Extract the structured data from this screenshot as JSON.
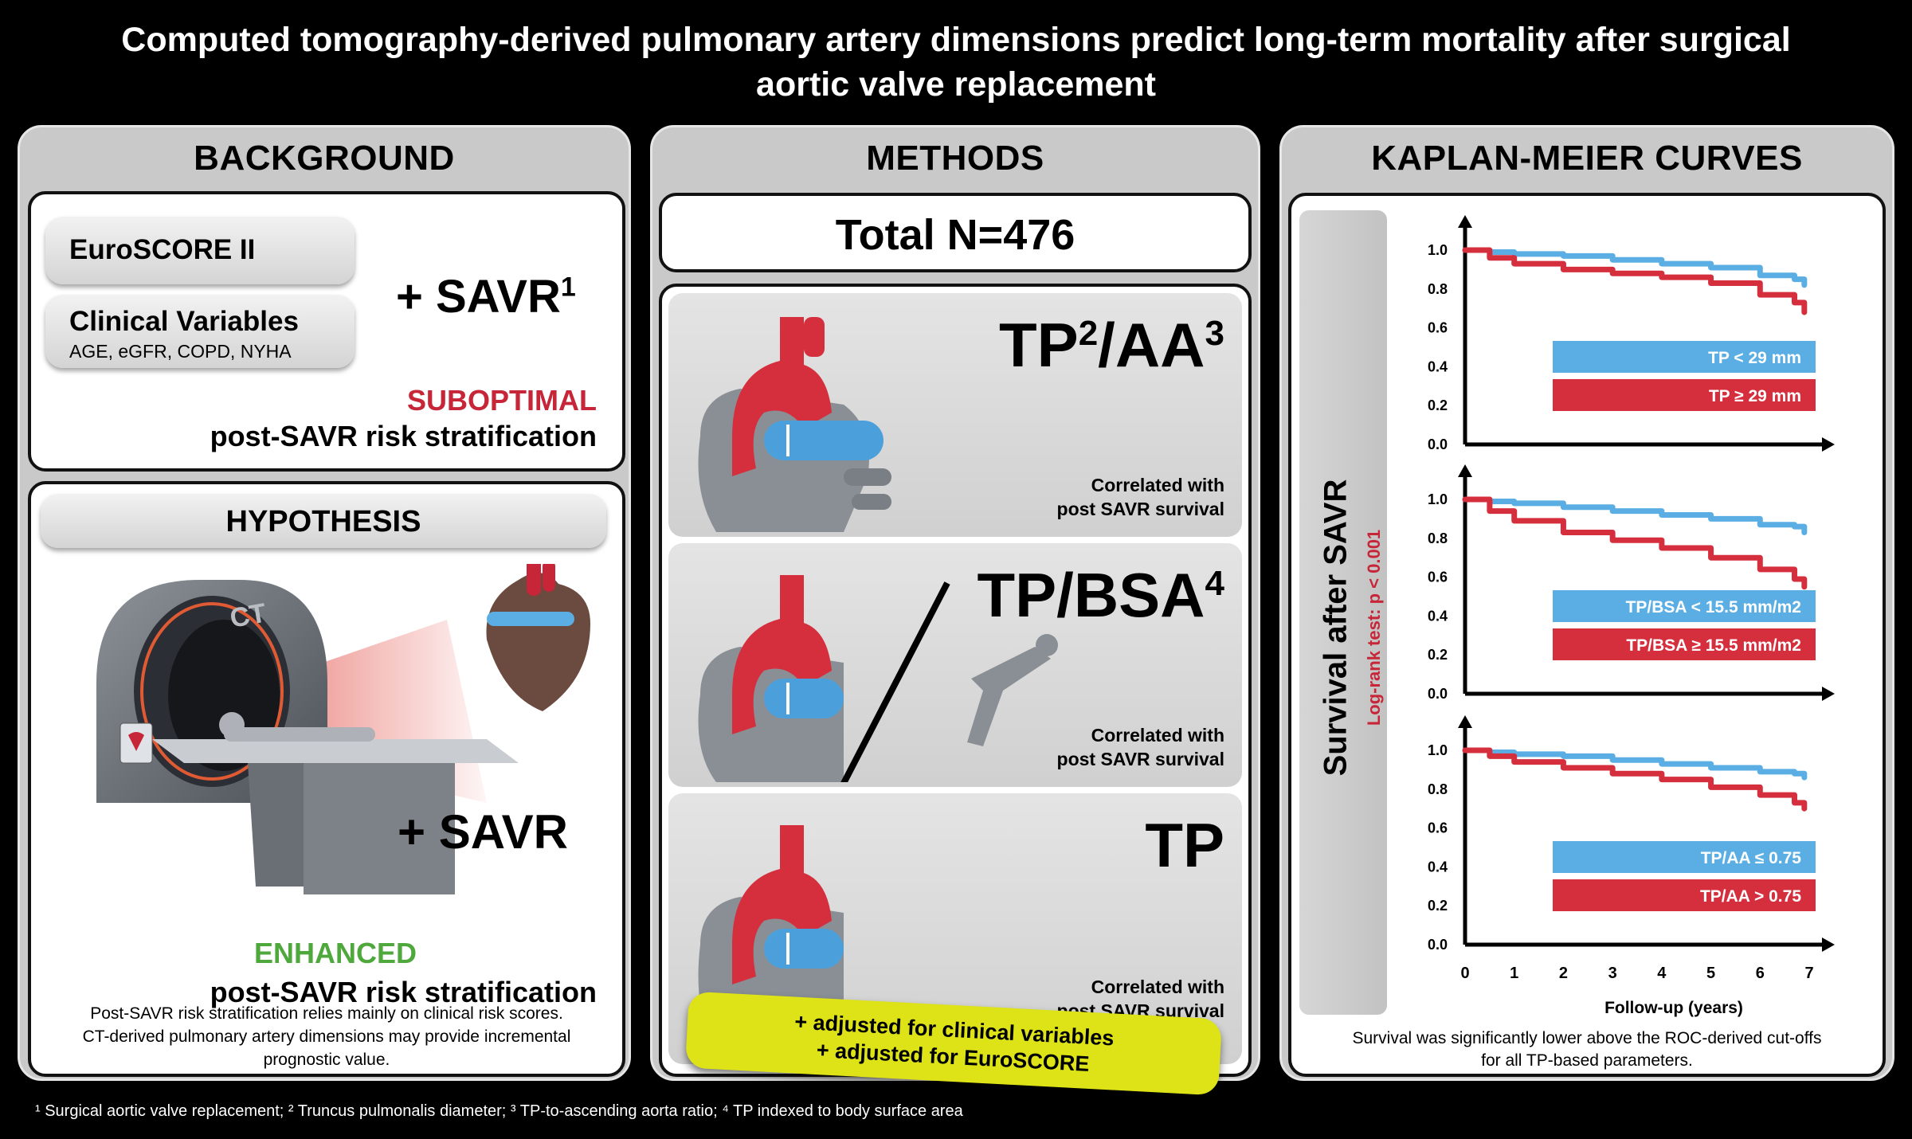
{
  "title_line1": "Computed tomography-derived pulmonary artery dimensions predict long-term mortality after surgical",
  "title_line2": "aortic valve replacement",
  "background": {
    "heading": "BACKGROUND",
    "euroscore": "EuroSCORE II",
    "clinical_title": "Clinical Variables",
    "clinical_sub": "AGE, eGFR, COPD, NYHA",
    "savr_plus": "+ SAVR",
    "savr_sup": "1",
    "suboptimal": "SUBOPTIMAL",
    "risk_text": "post-SAVR risk stratification"
  },
  "hypothesis": {
    "heading": "HYPOTHESIS",
    "ct_label": "CT",
    "savr_plus": "+ SAVR",
    "enhanced": "ENHANCED",
    "risk_text": "post-SAVR risk stratification",
    "desc1": "Post-SAVR risk stratification relies mainly on clinical risk scores.",
    "desc2": "CT-derived pulmonary artery dimensions may provide incremental",
    "desc3": "prognostic value."
  },
  "methods": {
    "heading": "METHODS",
    "total": "Total N=476",
    "box1": {
      "label_a": "TP",
      "sup_a": "2",
      "label_b": "/AA",
      "sup_b": "3",
      "line1": "Correlated with",
      "line2": "post SAVR survival"
    },
    "box2": {
      "label_a": "TP/BSA",
      "sup_a": "4",
      "line1": "Correlated with",
      "line2": "post SAVR survival"
    },
    "box3": {
      "label_a": "TP",
      "line1": "Correlated with",
      "line2": "post SAVR survival"
    },
    "adjusted1": "+ adjusted for clinical variables",
    "adjusted2": "+ adjusted for EuroSCORE"
  },
  "km": {
    "heading": "KAPLAN-MEIER CURVES",
    "ylabel": "Survival after SAVR",
    "logrank": "Log-rank test: p < 0.001",
    "xlabel": "Follow-up (years)",
    "caption1": "Survival was significantly lower above the ROC-derived cut-offs",
    "caption2": "for all TP-based parameters.",
    "yticks": [
      "1.0",
      "0.8",
      "0.6",
      "0.4",
      "0.2",
      "0.0"
    ],
    "xticks": [
      "0",
      "1",
      "2",
      "3",
      "4",
      "5",
      "6",
      "7"
    ]
  },
  "chart_data": [
    {
      "type": "line",
      "xlim": [
        0,
        7
      ],
      "ylim": [
        0,
        1
      ],
      "series": [
        {
          "name": "TP < 29 mm",
          "color": "#5aaee3",
          "x": [
            0,
            0.5,
            1,
            2,
            3,
            4,
            5,
            6,
            6.7,
            6.9
          ],
          "y": [
            1.0,
            0.99,
            0.98,
            0.97,
            0.95,
            0.93,
            0.91,
            0.87,
            0.85,
            0.82
          ]
        },
        {
          "name": "TP ≥ 29 mm",
          "color": "#d52f3e",
          "x": [
            0,
            0.5,
            1,
            2,
            3,
            4,
            5,
            6,
            6.7,
            6.9
          ],
          "y": [
            1.0,
            0.96,
            0.93,
            0.9,
            0.88,
            0.86,
            0.83,
            0.77,
            0.73,
            0.68
          ]
        }
      ]
    },
    {
      "type": "line",
      "xlim": [
        0,
        7
      ],
      "ylim": [
        0,
        1
      ],
      "series": [
        {
          "name": "TP/BSA < 15.5 mm/m2",
          "color": "#5aaee3",
          "x": [
            0,
            0.5,
            1,
            2,
            3,
            4,
            5,
            6,
            6.7,
            6.9
          ],
          "y": [
            1.0,
            0.99,
            0.98,
            0.96,
            0.94,
            0.92,
            0.9,
            0.87,
            0.86,
            0.83
          ]
        },
        {
          "name": "TP/BSA ≥ 15.5 mm/m2",
          "color": "#d52f3e",
          "x": [
            0,
            0.5,
            1,
            2,
            3,
            4,
            5,
            6,
            6.7,
            6.9
          ],
          "y": [
            1.0,
            0.94,
            0.89,
            0.83,
            0.79,
            0.75,
            0.7,
            0.64,
            0.59,
            0.55
          ]
        }
      ]
    },
    {
      "type": "line",
      "xlim": [
        0,
        7
      ],
      "ylim": [
        0,
        1
      ],
      "series": [
        {
          "name": "TP/AA ≤ 0.75",
          "color": "#5aaee3",
          "x": [
            0,
            0.5,
            1,
            2,
            3,
            4,
            5,
            6,
            6.7,
            6.9
          ],
          "y": [
            1.0,
            0.99,
            0.98,
            0.97,
            0.95,
            0.93,
            0.91,
            0.89,
            0.88,
            0.86
          ]
        },
        {
          "name": "TP/AA > 0.75",
          "color": "#d52f3e",
          "x": [
            0,
            0.5,
            1,
            2,
            3,
            4,
            5,
            6,
            6.7,
            6.9
          ],
          "y": [
            1.0,
            0.97,
            0.94,
            0.91,
            0.88,
            0.85,
            0.81,
            0.77,
            0.73,
            0.7
          ]
        }
      ]
    }
  ],
  "footnote": "¹ Surgical aortic valve replacement; ² Truncus pulmonalis diameter; ³ TP-to-ascending aorta ratio; ⁴ TP indexed to body surface area"
}
